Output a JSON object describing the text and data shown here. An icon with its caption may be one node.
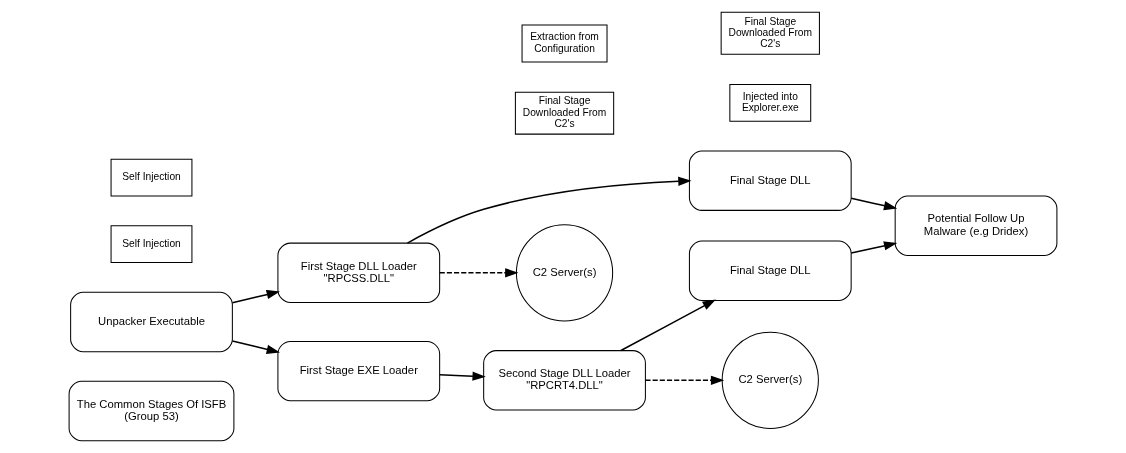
{
  "diagram": {
    "nodes": [
      {
        "text": [
          "The Common Stages Of ISFB (Group 53)"
        ]
      },
      {
        "text": [
          "Unpacker Executable"
        ]
      },
      {
        "text": [
          "First Stage DLL Loader \"RPCSS.DLL\""
        ]
      },
      {
        "text": [
          "First Stage EXE Loader"
        ]
      },
      {
        "text": [
          "Final Stage DLL"
        ]
      },
      {
        "text": [
          "Second Stage DLL Loader \"RPCRT4.DLL\""
        ]
      },
      {
        "text": [
          "Final Stage DLL"
        ]
      },
      {
        "text": [
          "Potential Follow Up Malware (e.g Dridex)"
        ]
      },
      {
        "text": [
          "C2 Server(s)"
        ]
      },
      {
        "text": [
          "C2 Server(s)"
        ]
      },
      {
        "text": [
          "Self Injection"
        ]
      },
      {
        "text": [
          "Final Stage Downloaded From C2's"
        ]
      },
      {
        "text": [
          "Injected into Explorer.exe"
        ]
      },
      {
        "text": [
          "Self Injection"
        ]
      },
      {
        "text": [
          "Extraction from Configuration"
        ]
      },
      {
        "text": [
          "Final Stage Downloaded From C2's"
        ]
      }
    ],
    "edges": [
      {
        "from": 1,
        "to": 2,
        "arrow": "to"
      },
      {
        "from": 1,
        "to": 3,
        "arrow": "to"
      },
      {
        "from": 2,
        "to": 8,
        "arrow": "to",
        "style": "dashed"
      },
      {
        "from": 2,
        "to": 4,
        "arrow": "to"
      },
      {
        "from": 3,
        "to": 5,
        "arrow": "to"
      },
      {
        "from": 5,
        "to": 6,
        "arrow": "to"
      },
      {
        "from": 5,
        "to": 9,
        "arrow": "to",
        "style": "dashed"
      },
      {
        "from": 4,
        "to": 7,
        "arrow": "to"
      },
      {
        "from": 6,
        "to": 7,
        "arrow": "to"
      }
    ]
  }
}
